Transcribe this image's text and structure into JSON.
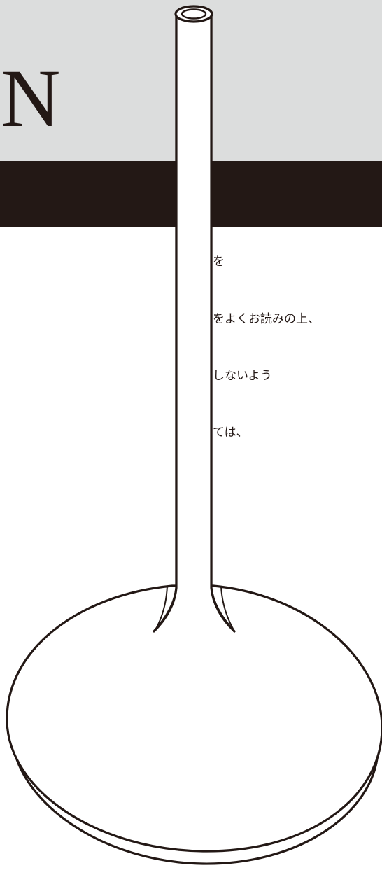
{
  "header": {
    "title": "IN"
  },
  "body_text": {
    "lines": [
      "を",
      "をよくお読みの上、",
      "しないよう",
      "ては、"
    ]
  },
  "colors": {
    "header_band": "#dcdddd",
    "dark_band": "#231815",
    "ink": "#231815",
    "paper": "#ffffff"
  },
  "illustration": {
    "icon": "diffuser-product-illustration"
  }
}
